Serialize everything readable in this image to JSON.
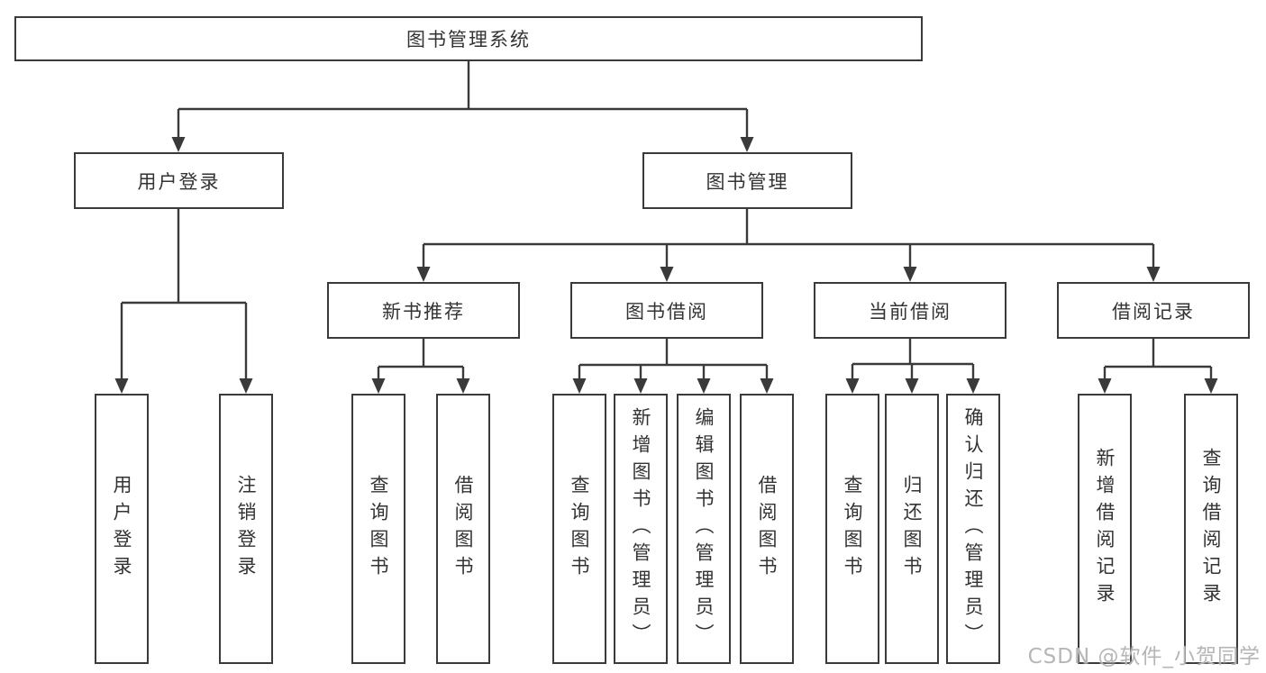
{
  "style": {
    "line_color": "#3a3a3a",
    "box_border_color": "#3a3a3a",
    "text_color": "#333333",
    "watermark_color": "#b6b6b6",
    "background": "#ffffff"
  },
  "tree": {
    "label": "图书管理系统",
    "children": [
      {
        "label": "用户登录",
        "children": [
          {
            "label": "用户登录"
          },
          {
            "label": "注销登录"
          }
        ]
      },
      {
        "label": "图书管理",
        "children": [
          {
            "label": "新书推荐",
            "children": [
              {
                "label": "查询图书"
              },
              {
                "label": "借阅图书"
              }
            ]
          },
          {
            "label": "图书借阅",
            "children": [
              {
                "label": "查询图书"
              },
              {
                "label": "新增图书（管理员）"
              },
              {
                "label": "编辑图书（管理员）"
              },
              {
                "label": "借阅图书"
              }
            ]
          },
          {
            "label": "当前借阅",
            "children": [
              {
                "label": "查询图书"
              },
              {
                "label": "归还图书"
              },
              {
                "label": "确认归还（管理员）"
              }
            ]
          },
          {
            "label": "借阅记录",
            "children": [
              {
                "label": "新增借阅记录"
              },
              {
                "label": "查询借阅记录"
              }
            ]
          }
        ]
      }
    ]
  },
  "watermark": {
    "text": "CSDN @软件_小贺同学"
  }
}
